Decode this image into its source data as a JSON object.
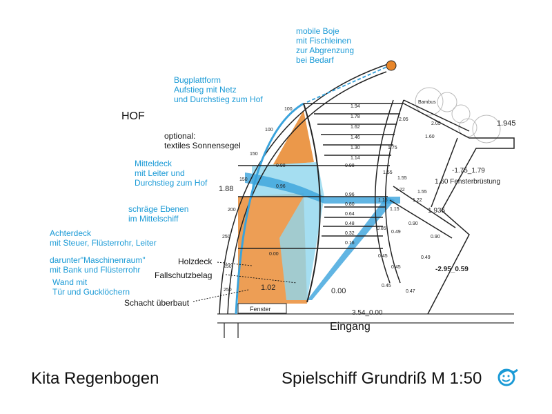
{
  "annotations": {
    "hof": "HOF",
    "boje": "mobile Boje\nmit Fischleinen\nzur Abgrenzung\nbei Bedarf",
    "bug": "Bugplattform\nAufstieg mit Netz\nund Durchstieg zum Hof",
    "segel": "optional:\ntextiles Sonnensegel",
    "mitteldeck": "Mitteldeck\nmit Leiter und\nDurchstieg zum Hof",
    "ebenen": "schräge Ebenen\nim Mittelschiff",
    "achterdeck": "Achterdeck\nmit Steuer, Flüsterrohr, Leiter",
    "maschinen": "darunter\"Maschinenraum\"\nmit Bank und Flüsterrohr",
    "wand": "Wand mit\nTür und Gucklöchern",
    "holzdeck": "Holzdeck",
    "fallschutz": "Fallschutzbelag",
    "schacht": "Schacht überbaut",
    "fenster": "Fenster",
    "eingang": "Eingang",
    "fensterbruestung": "1.60 Fensterbrüstung",
    "bambus": "Bambus"
  },
  "levels": {
    "steps": [
      "1.94",
      "1.78",
      "1.62",
      "1.46",
      "1.30",
      "1.14",
      "0.98",
      "0.96",
      "0.80",
      "0.64",
      "0.48",
      "0.32",
      "0.16"
    ],
    "left": [
      "0.98",
      "0.96",
      "1.88",
      "0.00",
      "1.02",
      "0.00"
    ],
    "right": [
      "2.05",
      "2.05",
      "1.60",
      "1.75",
      "1.55",
      "1.55",
      "1.22",
      "1.55",
      "1.22",
      "1.935",
      "1.15",
      "1.15",
      "0.90",
      "0.90",
      "0.85",
      "0.49",
      "0.45",
      "0.49",
      "0.45",
      "0.45",
      "0.47",
      "1.945",
      "-1.75_1.79",
      "-2.95_0.59",
      "3.54_0.00"
    ],
    "dims": [
      "100",
      "100",
      "150",
      "150",
      "200",
      "250",
      "250",
      "250"
    ]
  },
  "footer": {
    "left": "Kita Regenbogen",
    "right": "Spielschiff Grundriß M 1:50"
  },
  "colors": {
    "accent": "#1a9ad6",
    "orange": "#e8862a",
    "water": "#8fd6ee"
  }
}
